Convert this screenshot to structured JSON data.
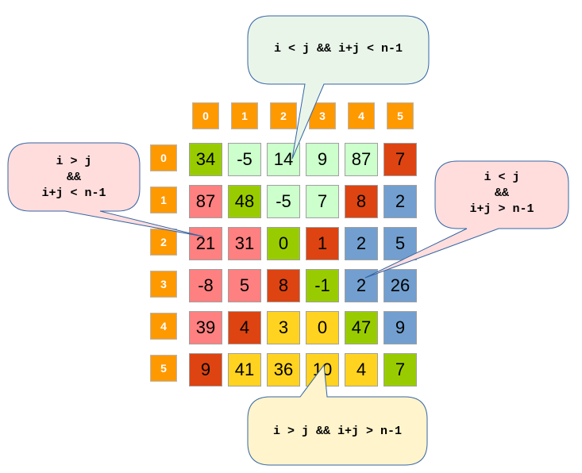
{
  "col_headers": [
    "0",
    "1",
    "2",
    "3",
    "4",
    "5"
  ],
  "row_headers": [
    "0",
    "1",
    "2",
    "3",
    "4",
    "5"
  ],
  "matrix": [
    [
      "34",
      "-5",
      "14",
      "9",
      "87",
      "7"
    ],
    [
      "87",
      "48",
      "-5",
      "7",
      "8",
      "2"
    ],
    [
      "21",
      "31",
      "0",
      "1",
      "2",
      "5"
    ],
    [
      "-8",
      "5",
      "8",
      "-1",
      "2",
      "26"
    ],
    [
      "39",
      "4",
      "3",
      "0",
      "47",
      "9"
    ],
    [
      "9",
      "41",
      "36",
      "10",
      "4",
      "7"
    ]
  ],
  "region_colors": {
    "diagonal": "#99cc00",
    "anti_diagonal": "#dd4411",
    "upper_left": "#ccffcc",
    "upper_right": "#729fcf",
    "lower_left": "#ff8080",
    "lower_right": "#ffd320",
    "header": "#ff9900"
  },
  "callouts": {
    "top": {
      "text": "i < j && i+j < n-1",
      "fill": "#eaf5ea"
    },
    "left": {
      "text": "i > j\n&&\ni+j < n-1",
      "fill": "#ffdddd"
    },
    "right": {
      "text": "i < j\n&&\ni+j > n-1",
      "fill": "#ffdddd"
    },
    "bottom": {
      "text": "i > j && i+j > n-1",
      "fill": "#fff4cc"
    }
  }
}
